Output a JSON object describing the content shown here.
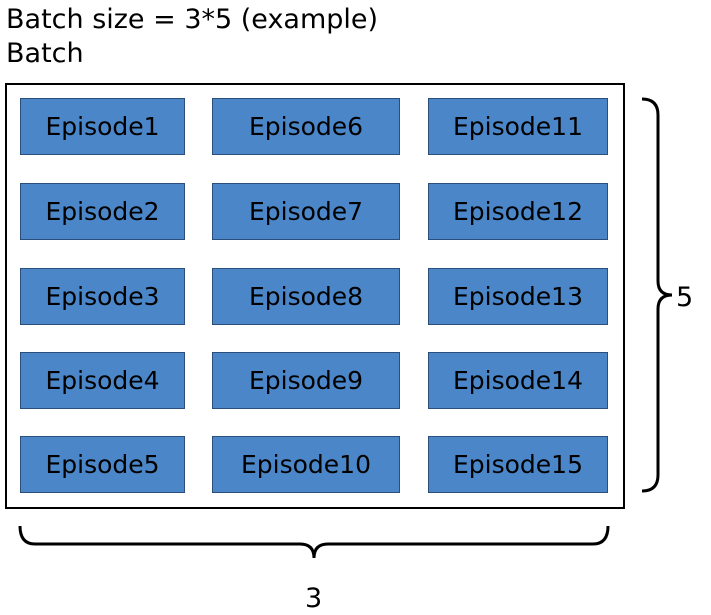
{
  "header": {
    "title": "Batch size = 3*5 (example)",
    "subtitle": "Batch"
  },
  "batch": {
    "columns": [
      [
        "Episode1",
        "Episode2",
        "Episode3",
        "Episode4",
        "Episode5"
      ],
      [
        "Episode6",
        "Episode7",
        "Episode8",
        "Episode9",
        "Episode10"
      ],
      [
        "Episode11",
        "Episode12",
        "Episode13",
        "Episode14",
        "Episode15"
      ]
    ]
  },
  "dimensions": {
    "rows_label": "5",
    "cols_label": "3"
  },
  "colors": {
    "episode_fill": "#4a86c8",
    "episode_border": "#2b4f7a",
    "frame": "#000000"
  }
}
